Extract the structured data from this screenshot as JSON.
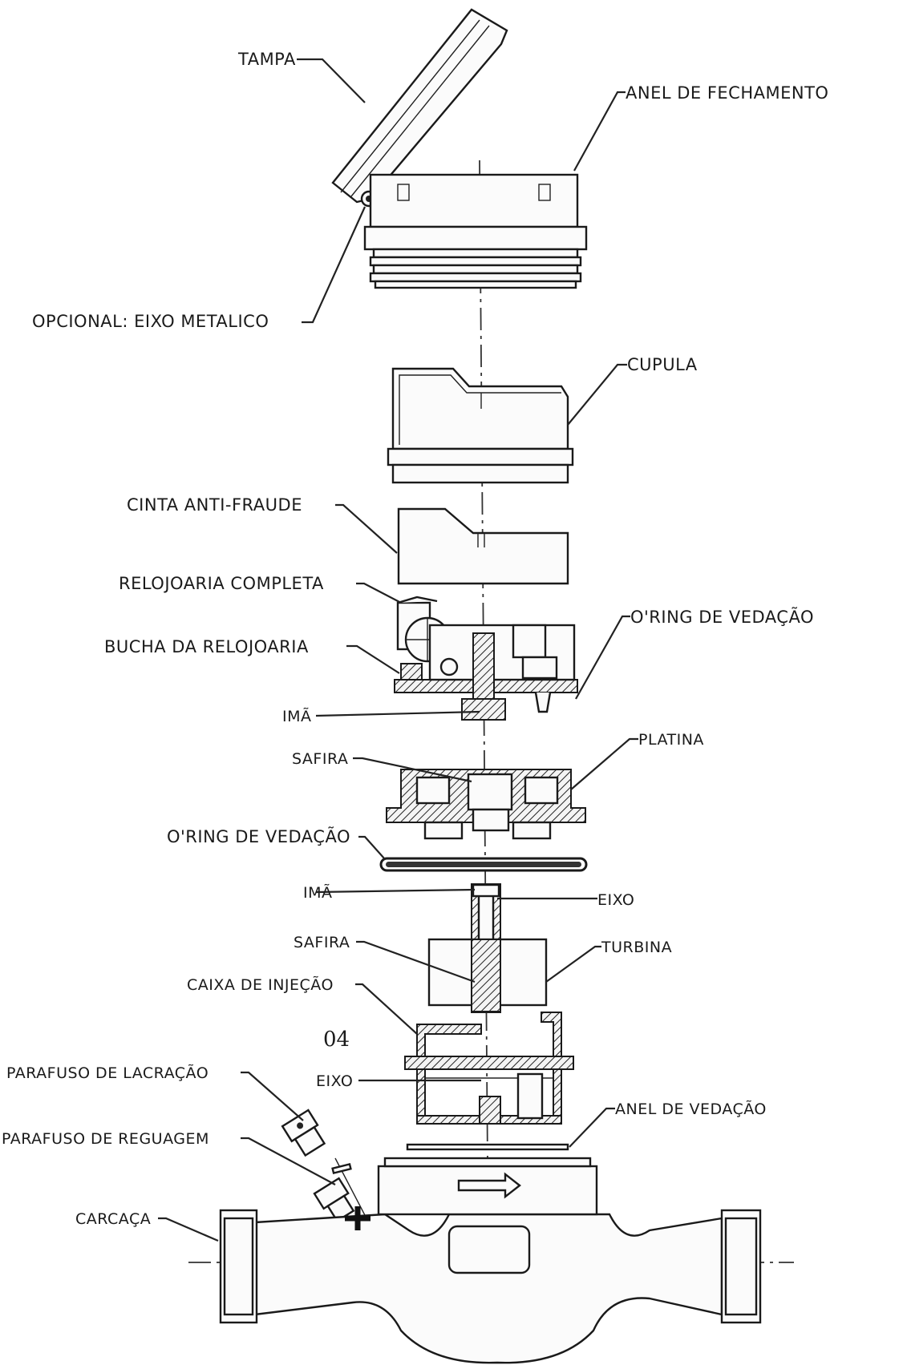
{
  "diagram": {
    "labels": {
      "tampa": "TAMPA",
      "anel_fechamento": "ANEL DE FECHAMENTO",
      "opcional_eixo": "OPCIONAL: EIXO METALICO",
      "cupula": "CUPULA",
      "cinta": "CINTA ANTI-FRAUDE",
      "relojoaria": "RELOJOARIA COMPLETA",
      "oring_top": "O'RING DE VEDAÇÃO",
      "bucha": "BUCHA DA RELOJOARIA",
      "ima_top": "IMÃ",
      "platina": "PLATINA",
      "safira_top": "SAFIRA",
      "oring_mid": "O'RING DE VEDAÇÃO",
      "ima_mid": "IMÃ",
      "eixo_mid": "EIXO",
      "safira_mid": "SAFIRA",
      "turbina": "TURBINA",
      "caixa": "CAIXA DE INJEÇÃO",
      "page_number": "04",
      "parafuso_lacracao": "PARAFUSO DE LACRAÇÃO",
      "eixo_low": "EIXO",
      "anel_vedacao": "ANEL DE VEDAÇÃO",
      "parafuso_reguagem": "PARAFUSO DE REGUAGEM",
      "carcaca": "CARCAÇA"
    }
  }
}
